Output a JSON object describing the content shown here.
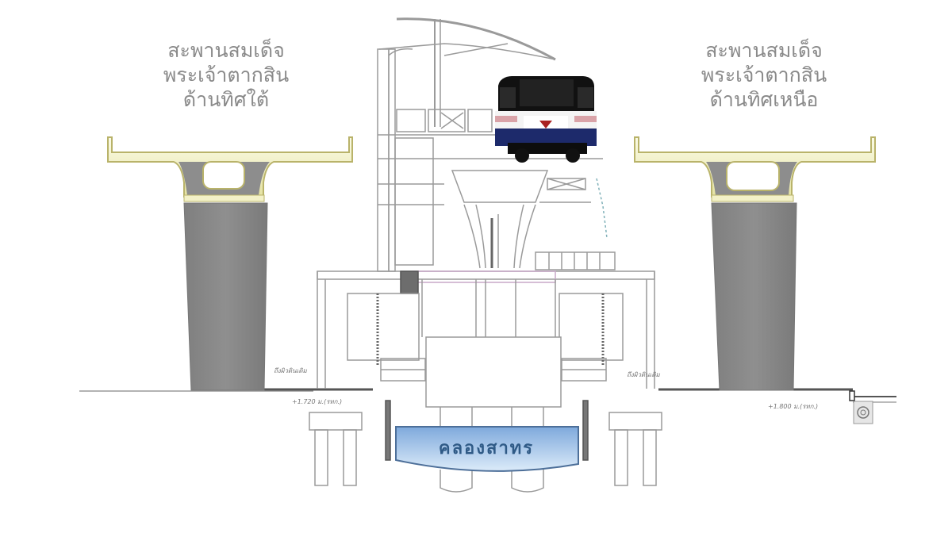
{
  "diagram": {
    "type": "engineering cross-section",
    "labels": {
      "left_bridge": "สะพานสมเด็จ\nพระเจ้าตากสิน\nด้านทิศใต้",
      "right_bridge": "สะพานสมเด็จ\nพระเจ้าตากสิน\nด้านทิศเหนือ",
      "canal": "คลองสาทร",
      "left_ground_note": "ถึงผิวดินเดิม",
      "left_level_note": "+1.720 ม.(รทก.)",
      "right_ground_note": "ถึงผิวดินเดิม",
      "right_level_note": "+1.800 ม.(รทก.)"
    },
    "elements": [
      {
        "name": "left-bridge-pier",
        "description": "Grey bridge pier with yellow-outlined deck (south side)"
      },
      {
        "name": "right-bridge-pier",
        "description": "Grey bridge pier with yellow-outlined deck (north side)"
      },
      {
        "name": "skytrain-station",
        "description": "Central elevated station structure with canopy roof"
      },
      {
        "name": "skytrain-car",
        "description": "BTS train front view, dark navy/blue livery with white band"
      },
      {
        "name": "canal-water",
        "description": "Blue water section beneath the station"
      },
      {
        "name": "pile-foundations",
        "description": "Pile groups on both sides of canal"
      },
      {
        "name": "drainage-manhole",
        "description": "Small manhole symbol at right ground level"
      }
    ],
    "colors": {
      "pier_grey": "#8c8c8c",
      "deck_yellow": "#e9e7a8",
      "deck_outline": "#b9b36a",
      "water_blue": "#9cc3ea",
      "water_edge": "#4d6f99",
      "line_grey": "#9a9a9a",
      "train_navy": "#1d2a6b",
      "label_grey": "#8a8a8a",
      "canal_text": "#2f5a86"
    }
  }
}
